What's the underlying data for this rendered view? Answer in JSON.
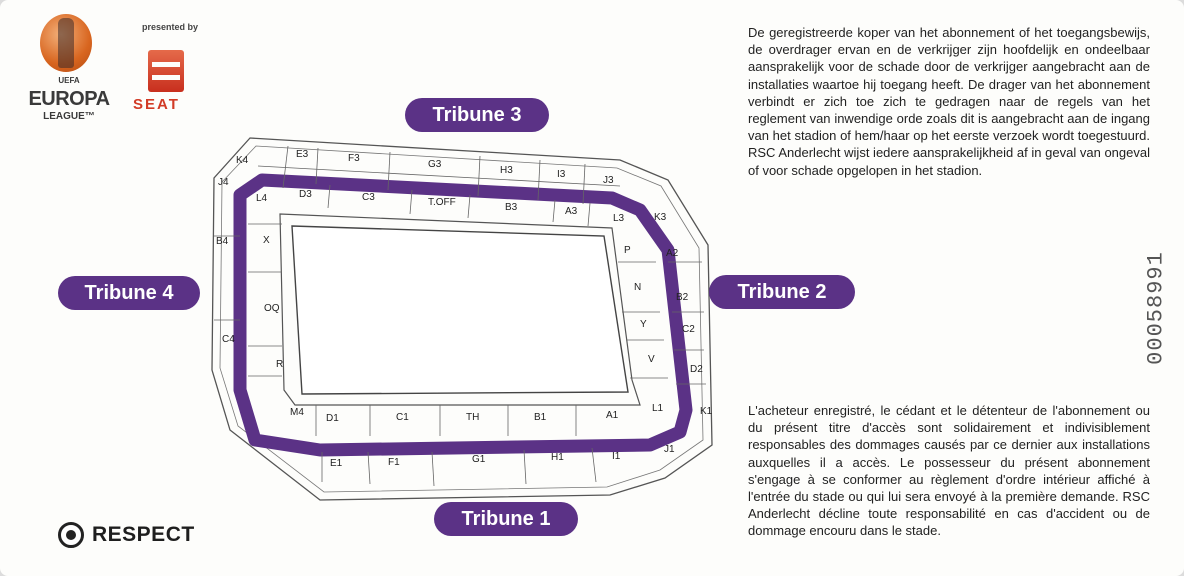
{
  "branding": {
    "uefa": "UEFA",
    "europa": "EUROPA",
    "league": "LEAGUE™",
    "presented_by": "presented by",
    "sponsor": "SEAT",
    "respect": "RESPECT"
  },
  "tribunes": {
    "t1": "Tribune 1",
    "t2": "Tribune 2",
    "t3": "Tribune 3",
    "t4": "Tribune 4"
  },
  "sections": {
    "north_outer": [
      "E3",
      "F3",
      "G3",
      "H3",
      "I3",
      "J3"
    ],
    "north_inner": [
      "D3",
      "C3",
      "T.OFF",
      "B3",
      "A3"
    ],
    "corner_nw": [
      "K4",
      "J4",
      "L4"
    ],
    "corner_ne": [
      "L3",
      "K3"
    ],
    "west_outer": [
      "B4",
      "C4"
    ],
    "west_inner": [
      "X",
      "OQ",
      "R"
    ],
    "east_inner": [
      "P",
      "N",
      "Y",
      "V"
    ],
    "east_outer": [
      "A2",
      "B2",
      "C2",
      "D2"
    ],
    "corner_sw": [
      "M4"
    ],
    "corner_se": [
      "L1",
      "K1",
      "J1"
    ],
    "south_inner": [
      "D1",
      "C1",
      "TH",
      "B1",
      "A1"
    ],
    "south_outer": [
      "E1",
      "F1",
      "G1",
      "H1",
      "I1"
    ]
  },
  "terms": {
    "nl": "De geregistreerde koper van het abonnement of het toegangsbewijs, de overdrager ervan en de verkrijger zijn hoofdelijk en ondeelbaar aansprakelijk voor de schade door de verkrijger aangebracht aan de installaties waartoe hij toegang heeft. De drager van het abonnement verbindt er zich toe zich te gedragen naar de regels van het reglement van inwendige orde zoals dit is aangebracht aan de ingang van het stadion of hem/haar op het eerste verzoek wordt toegestuurd. RSC Anderlecht wijst iedere aansprakelijkheid af in geval van ongeval of voor schade opgelopen in het stadion.",
    "fr": "L'acheteur enregistré, le cédant et le détenteur de l'abonnement ou du présent titre d'accès sont solidairement et indivisiblement responsables des dommages causés par ce dernier aux installations auxquelles il a accès. Le possesseur du présent abonnement s'engage à se conformer au règlement d'ordre intérieur affiché à l'entrée du stade ou qui lui sera envoyé à la première demande. RSC Anderlecht décline toute responsabilité en cas d'accident ou de dommage encouru dans le stade."
  },
  "serial": "00058991",
  "colors": {
    "purple": "#5b3286",
    "seat_red": "#d23b26",
    "uel_orange": "#d8651f"
  }
}
